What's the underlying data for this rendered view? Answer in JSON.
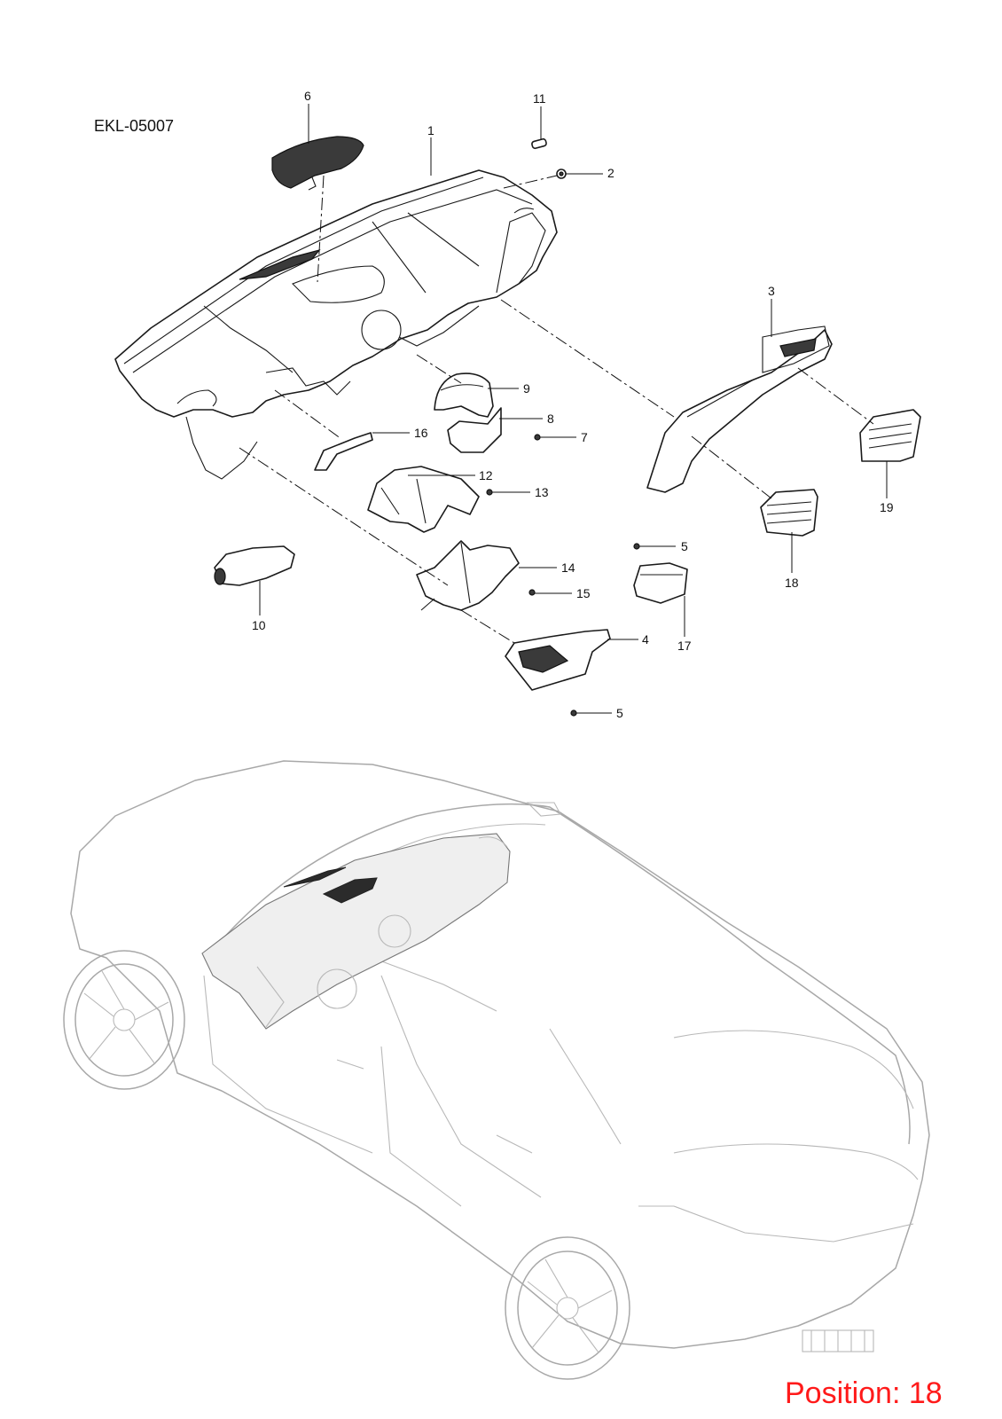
{
  "drawing_code": "EKL-05007",
  "position_label": "Position: 18",
  "callouts": [
    {
      "id": "c1",
      "label": "1"
    },
    {
      "id": "c2",
      "label": "2"
    },
    {
      "id": "c3",
      "label": "3"
    },
    {
      "id": "c4",
      "label": "4"
    },
    {
      "id": "c5a",
      "label": "5"
    },
    {
      "id": "c5b",
      "label": "5"
    },
    {
      "id": "c6",
      "label": "6"
    },
    {
      "id": "c7",
      "label": "7"
    },
    {
      "id": "c8",
      "label": "8"
    },
    {
      "id": "c9",
      "label": "9"
    },
    {
      "id": "c10",
      "label": "10"
    },
    {
      "id": "c11",
      "label": "11"
    },
    {
      "id": "c12",
      "label": "12"
    },
    {
      "id": "c13",
      "label": "13"
    },
    {
      "id": "c14",
      "label": "14"
    },
    {
      "id": "c15",
      "label": "15"
    },
    {
      "id": "c16",
      "label": "16"
    },
    {
      "id": "c17",
      "label": "17"
    },
    {
      "id": "c18",
      "label": "18"
    },
    {
      "id": "c19",
      "label": "19"
    }
  ],
  "colors": {
    "position_label": "#ff1a1a",
    "line_art": "#1a1a1a",
    "vehicle_outline": "#a8a8a8"
  }
}
